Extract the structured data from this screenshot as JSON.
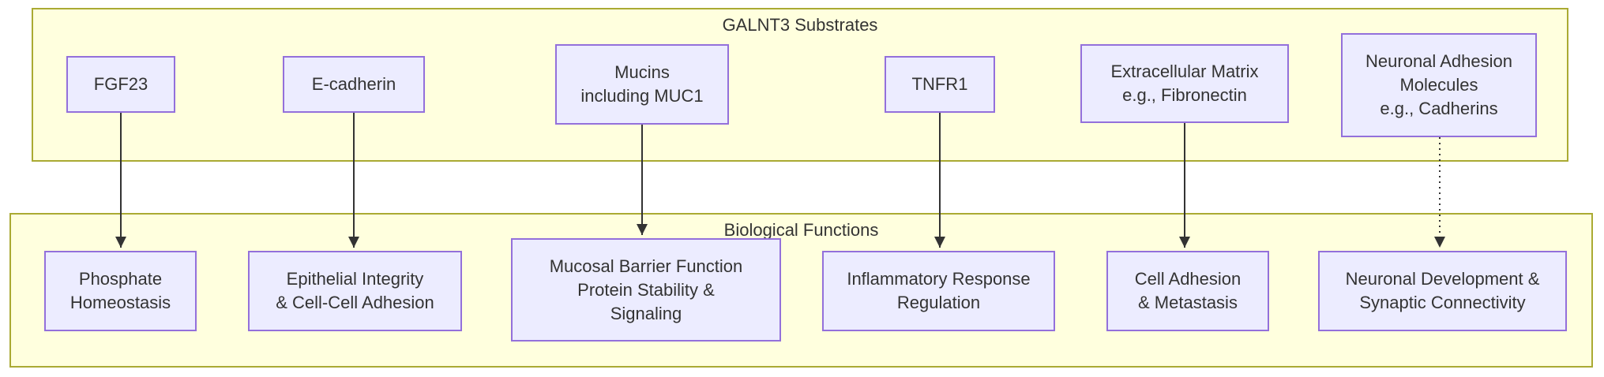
{
  "diagram_type": "flowchart",
  "substrates": {
    "title": "GALNT3 Substrates",
    "nodes": [
      {
        "id": "fgf23",
        "label": "FGF23"
      },
      {
        "id": "e-cadherin",
        "label": "E-cadherin"
      },
      {
        "id": "mucins",
        "label": "Mucins\nincluding MUC1"
      },
      {
        "id": "tnfr1",
        "label": "TNFR1"
      },
      {
        "id": "ecm",
        "label": "Extracellular Matrix\ne.g., Fibronectin"
      },
      {
        "id": "nam",
        "label": "Neuronal Adhesion\nMolecules\ne.g., Cadherins"
      }
    ]
  },
  "functions": {
    "title": "Biological Functions",
    "nodes": [
      {
        "id": "phosphate",
        "label": "Phosphate\nHomeostasis"
      },
      {
        "id": "epithelial",
        "label": "Epithelial Integrity\n& Cell-Cell Adhesion"
      },
      {
        "id": "mucosal",
        "label": "Mucosal Barrier Function\nProtein Stability &\nSignaling"
      },
      {
        "id": "inflammatory",
        "label": "Inflammatory Response\nRegulation"
      },
      {
        "id": "cell-adhesion",
        "label": "Cell Adhesion\n& Metastasis"
      },
      {
        "id": "neuro-dev",
        "label": "Neuronal Development &\nSynaptic Connectivity"
      }
    ]
  },
  "edges": [
    {
      "from": "FGF23",
      "to": "Phosphate Homeostasis",
      "style": "solid"
    },
    {
      "from": "E-cadherin",
      "to": "Epithelial Integrity & Cell-Cell Adhesion",
      "style": "solid"
    },
    {
      "from": "Mucins including MUC1",
      "to": "Mucosal Barrier Function Protein Stability & Signaling",
      "style": "solid"
    },
    {
      "from": "TNFR1",
      "to": "Inflammatory Response Regulation",
      "style": "solid"
    },
    {
      "from": "Extracellular Matrix e.g., Fibronectin",
      "to": "Cell Adhesion & Metastasis",
      "style": "solid"
    },
    {
      "from": "Neuronal Adhesion Molecules e.g., Cadherins",
      "to": "Neuronal Development & Synaptic Connectivity",
      "style": "dotted"
    }
  ],
  "colors": {
    "cluster_fill": "#ffffde",
    "cluster_border": "#aaaa33",
    "node_fill": "#ececff",
    "node_border": "#9370db",
    "text": "#333333",
    "arrow": "#333333"
  }
}
